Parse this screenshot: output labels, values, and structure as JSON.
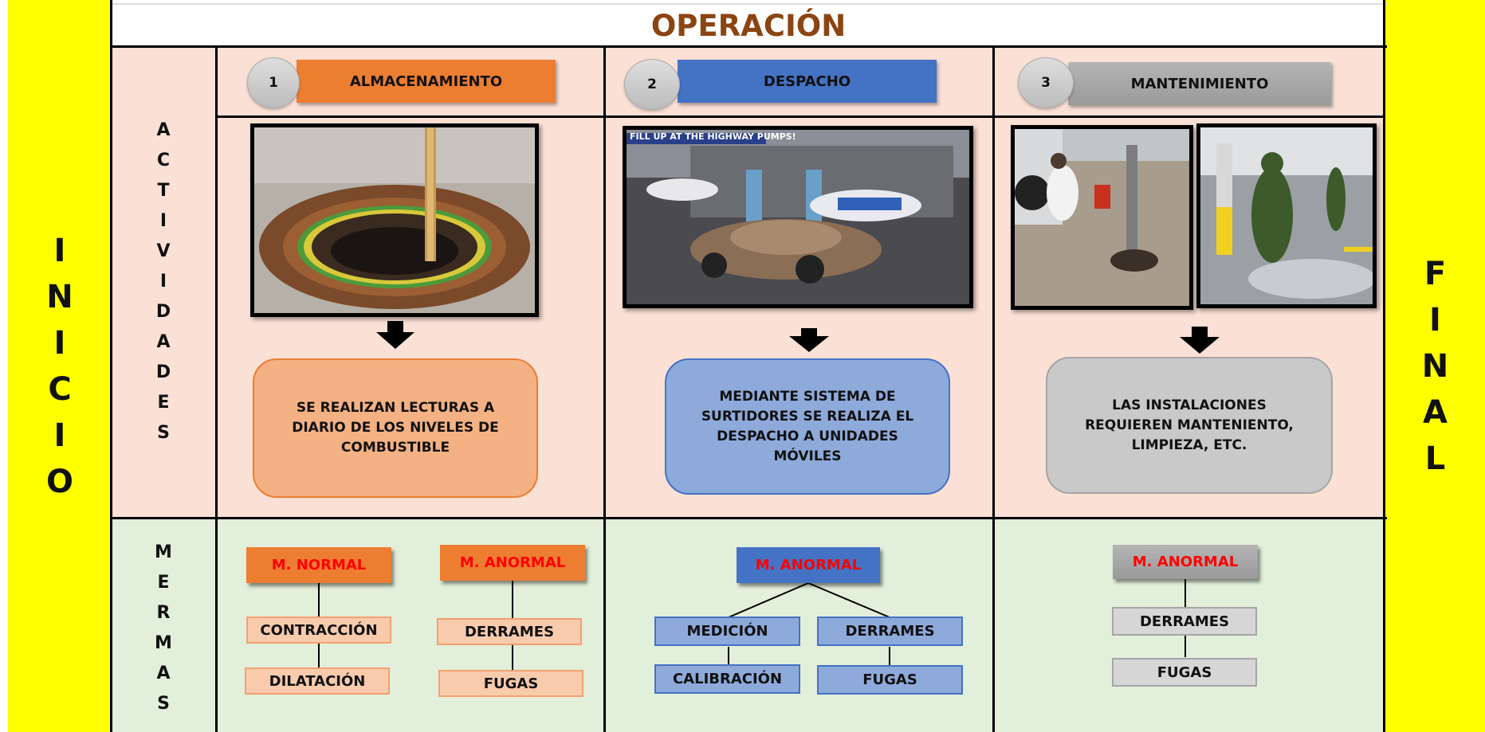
{
  "title": "OPERACIÓN",
  "left_band": [
    "I",
    "N",
    "I",
    "C",
    "I",
    "O"
  ],
  "right_band": [
    "F",
    "I",
    "N",
    "A",
    "L"
  ],
  "row_labels": {
    "actividades": [
      "A",
      "C",
      "T",
      "I",
      "V",
      "I",
      "D",
      "A",
      "D",
      "E",
      "S"
    ],
    "mermas": [
      "M",
      "E",
      "R",
      "M",
      "A",
      "S"
    ]
  },
  "stages": [
    {
      "number": "1",
      "label": "ALMACENAMIENTO",
      "color": "#ed7d31",
      "photo_text": "",
      "description": "SE REALIZAN LECTURAS A DIARIO DE LOS NIVELES DE COMBUSTIBLE"
    },
    {
      "number": "2",
      "label": "DESPACHO",
      "color": "#4472c4",
      "photo_text": "FILL UP AT THE HIGHWAY PUMPS!",
      "description": "MEDIANTE SISTEMA DE SURTIDORES SE REALIZA EL DESPACHO A UNIDADES MÓVILES"
    },
    {
      "number": "3",
      "label": "MANTENIMIENTO",
      "color": "#a5a5a5",
      "photo_text": "",
      "description": "LAS INSTALACIONES REQUIEREN MANTENIENTO, LIMPIEZA, ETC."
    }
  ],
  "mermas": {
    "stage1": {
      "normal": {
        "label": "M. NORMAL",
        "items": [
          "CONTRACCIÓN",
          "DILATACIÓN"
        ]
      },
      "anormal": {
        "label": "M. ANORMAL",
        "items": [
          "DERRAMES",
          "FUGAS"
        ]
      }
    },
    "stage2": {
      "anormal": {
        "label": "M. ANORMAL",
        "items": [
          "MEDICIÓN",
          "CALIBRACIÓN",
          "DERRAMES",
          "FUGAS"
        ]
      }
    },
    "stage3": {
      "anormal": {
        "label": "M. ANORMAL",
        "items": [
          "DERRAMES",
          "FUGAS"
        ]
      }
    }
  },
  "colors": {
    "band": "#ffff00",
    "actividades_bg": "#fbe0d6",
    "mermas_bg": "#e2efda",
    "title": "#8b4513",
    "merma_label": "#ff0000"
  }
}
